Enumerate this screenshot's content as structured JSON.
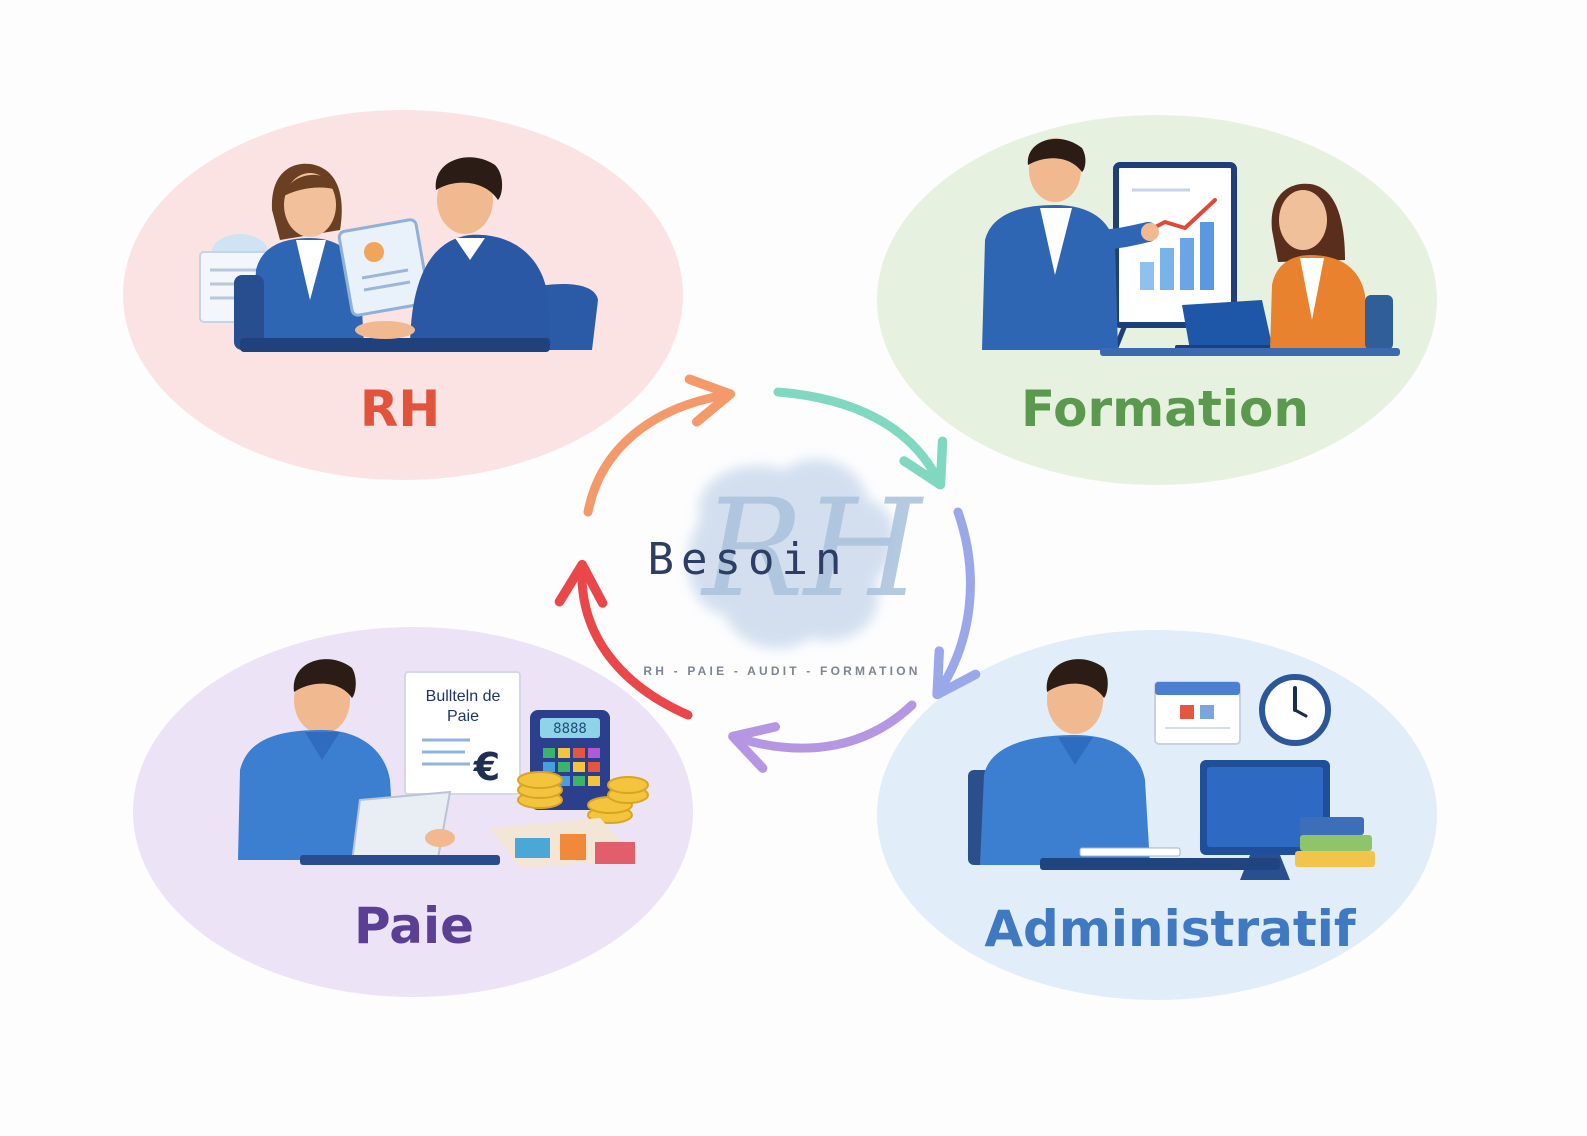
{
  "center": {
    "word": "Besoin",
    "tagline": "RH - PAIE - AUDIT - FORMATION",
    "logo_letters": "RH"
  },
  "nodes": [
    {
      "id": "rh",
      "label": "RH",
      "label_color": "#e1533a",
      "bubble_color": "#fbe3e4"
    },
    {
      "id": "formation",
      "label": "Formation",
      "label_color": "#5b9a4e",
      "bubble_color": "#e6f2df"
    },
    {
      "id": "paie",
      "label": "Paie",
      "label_color": "#5b3f94",
      "bubble_color": "#ece3f6"
    },
    {
      "id": "administratif",
      "label": "Administratif",
      "label_color": "#3e79c2",
      "bubble_color": "#e1edf9"
    }
  ],
  "illustrations": {
    "payslip_title": "Bullteln de",
    "payslip_subtitle": "Paie",
    "currency_symbol": "€",
    "calculator_display": "8888"
  },
  "cycle_arrow_colors": [
    "#f49a6a",
    "#7fd8bf",
    "#9aa8ea",
    "#b596e3",
    "#e9474a"
  ]
}
